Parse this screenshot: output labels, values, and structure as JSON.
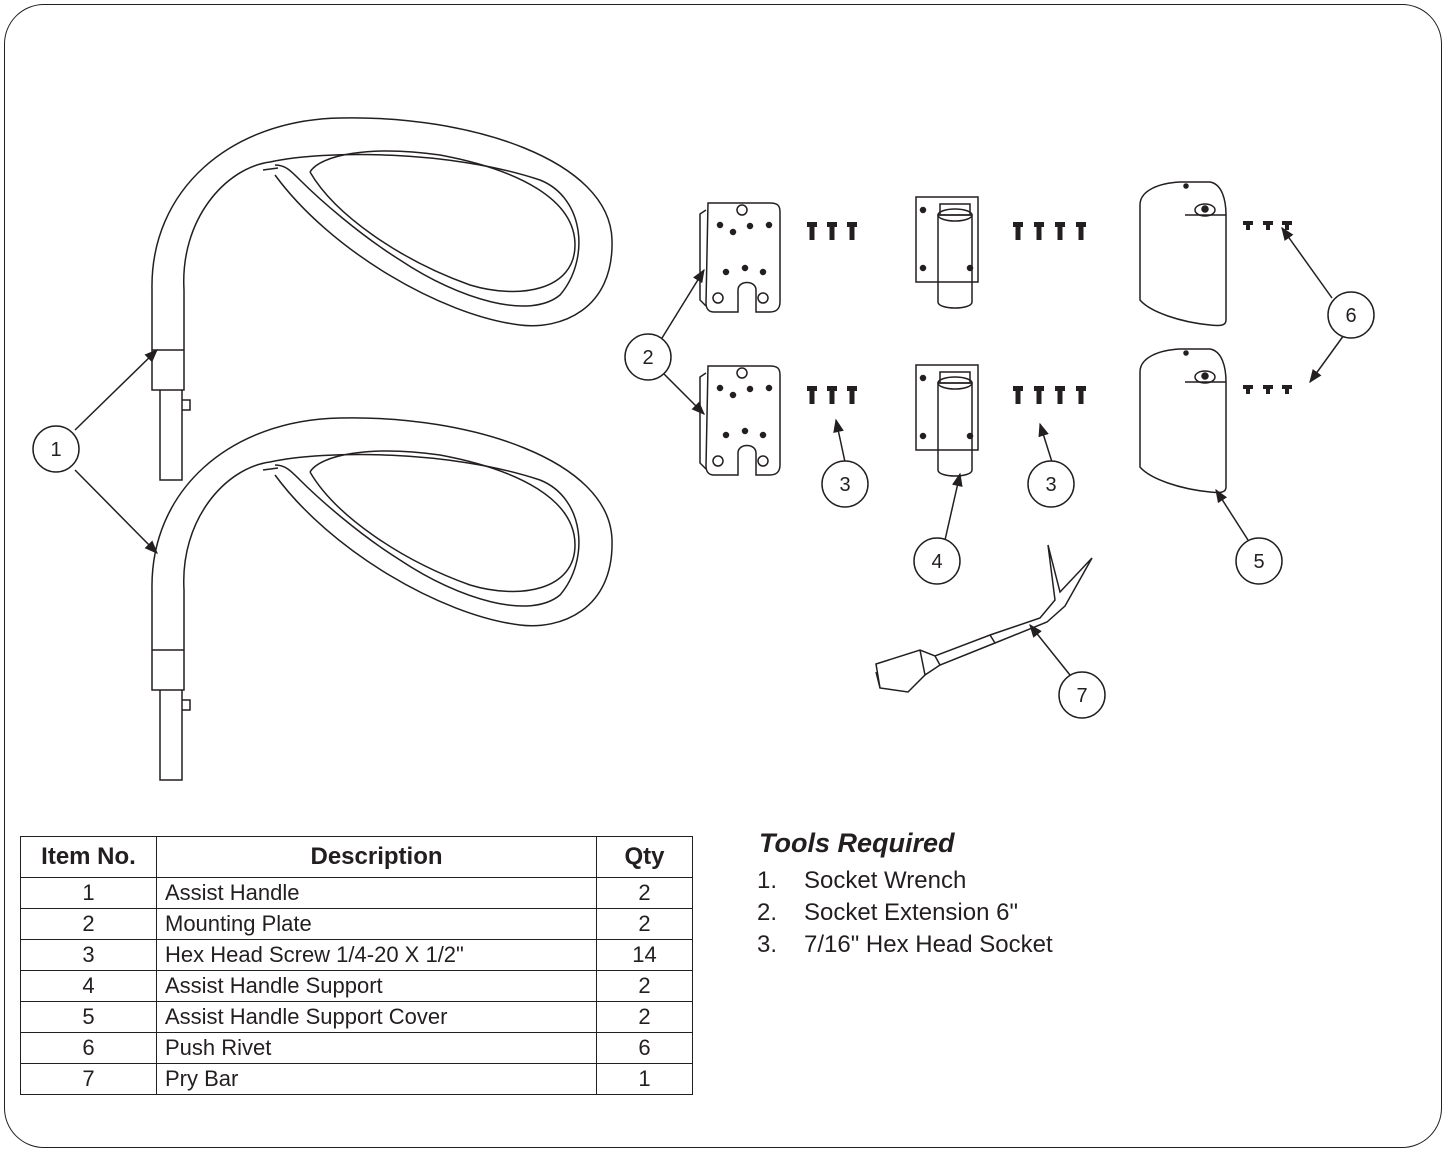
{
  "callouts": [
    "1",
    "2",
    "3",
    "3",
    "4",
    "5",
    "6",
    "7"
  ],
  "parts_table": {
    "headers": {
      "item": "Item No.",
      "description": "Description",
      "qty": "Qty"
    },
    "rows": [
      {
        "item": "1",
        "description": "Assist Handle",
        "qty": "2"
      },
      {
        "item": "2",
        "description": "Mounting Plate",
        "qty": "2"
      },
      {
        "item": "3",
        "description": "Hex Head Screw 1/4-20 X 1/2\"",
        "qty": "14"
      },
      {
        "item": "4",
        "description": "Assist Handle Support",
        "qty": "2"
      },
      {
        "item": "5",
        "description": "Assist Handle Support Cover",
        "qty": "2"
      },
      {
        "item": "6",
        "description": "Push Rivet",
        "qty": "6"
      },
      {
        "item": "7",
        "description": "Pry Bar",
        "qty": "1"
      }
    ]
  },
  "tools": {
    "title": "Tools Required",
    "items": [
      {
        "n": "1.",
        "label": "Socket Wrench"
      },
      {
        "n": "2.",
        "label": "Socket Extension 6\""
      },
      {
        "n": "3.",
        "label": "7/16\" Hex Head Socket"
      }
    ]
  }
}
